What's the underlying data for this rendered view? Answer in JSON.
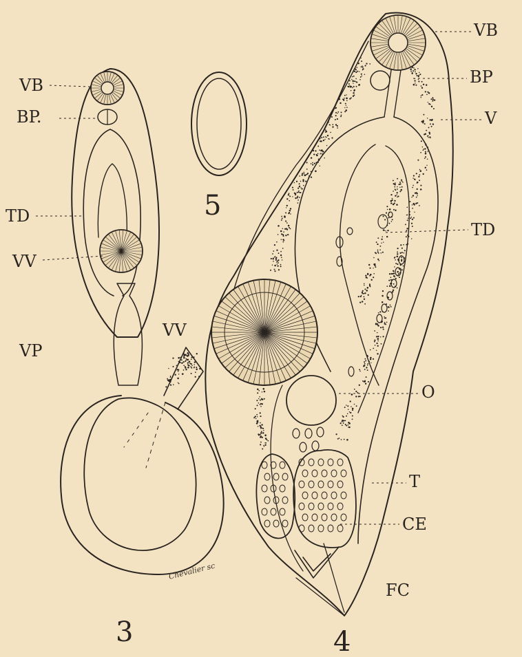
{
  "figures": {
    "fig3": {
      "number": "3",
      "labels": {
        "vb": "VB",
        "bp": "BP.",
        "td": "TD",
        "vv": "VV",
        "vp": "VP",
        "vv2": "VV"
      },
      "engraver": "Chevalier sc"
    },
    "fig4": {
      "number": "4",
      "labels": {
        "vb": "VB",
        "bp": "BP",
        "v": "V",
        "td": "TD",
        "o": "O",
        "t": "T",
        "ce": "CE",
        "fc": "FC"
      }
    },
    "fig5": {
      "number": "5"
    }
  },
  "colors": {
    "paper": "#f3e3c2",
    "ink": "#2a2420"
  }
}
